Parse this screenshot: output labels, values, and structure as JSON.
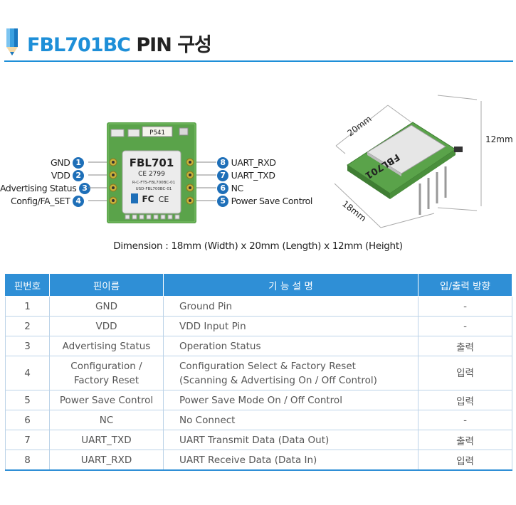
{
  "header": {
    "title_model": "FBL701BC",
    "title_rest": " PIN 구성"
  },
  "figure": {
    "pins_left": [
      {
        "num": "1",
        "label": "GND"
      },
      {
        "num": "2",
        "label": "VDD"
      },
      {
        "num": "3",
        "label": "Advertising Status"
      },
      {
        "num": "4",
        "label": "Config/FA_SET"
      }
    ],
    "pins_right": [
      {
        "num": "8",
        "label": "UART_RXD"
      },
      {
        "num": "7",
        "label": "UART_TXD"
      },
      {
        "num": "6",
        "label": "NC"
      },
      {
        "num": "5",
        "label": "Power Save Control"
      }
    ],
    "module_label": {
      "name": "FBL701",
      "cert": "CE 2799",
      "line1": "R-C-FTS-FBL700BC-01",
      "line2": "USD-FBL700BC-01",
      "marking": "P541"
    },
    "dim_20": "20mm",
    "dim_18": "18mm",
    "dim_12": "12mm",
    "dimension_caption": "Dimension : 18mm (Width) x 20mm (Length) x 12mm (Height)"
  },
  "table": {
    "headers": [
      "핀번호",
      "핀이름",
      "기 능 설 명",
      "입/출력 방향"
    ],
    "rows": [
      {
        "no": "1",
        "name": "GND",
        "desc": "Ground Pin",
        "dir": "-"
      },
      {
        "no": "2",
        "name": "VDD",
        "desc": "VDD Input Pin",
        "dir": "-"
      },
      {
        "no": "3",
        "name": "Advertising Status",
        "desc": "Operation Status",
        "dir": "출력"
      },
      {
        "no": "4",
        "name": "Configuration /\nFactory Reset",
        "desc": "Configuration Select & Factory Reset\n(Scanning & Advertising On / Off Control)",
        "dir": "입력"
      },
      {
        "no": "5",
        "name": "Power Save Control",
        "desc": "Power Save Mode On / Off Control",
        "dir": "입력"
      },
      {
        "no": "6",
        "name": "NC",
        "desc": "No Connect",
        "dir": "-"
      },
      {
        "no": "7",
        "name": "UART_TXD",
        "desc": "UART Transmit Data (Data Out)",
        "dir": "출력"
      },
      {
        "no": "8",
        "name": "UART_RXD",
        "desc": "UART Receive Data (Data In)",
        "dir": "입력"
      }
    ]
  },
  "colors": {
    "accent": "#1e8fd8",
    "header_bg": "#2f8fd6",
    "pcb": "#5aa34a",
    "badge": "#1e6fb8"
  }
}
